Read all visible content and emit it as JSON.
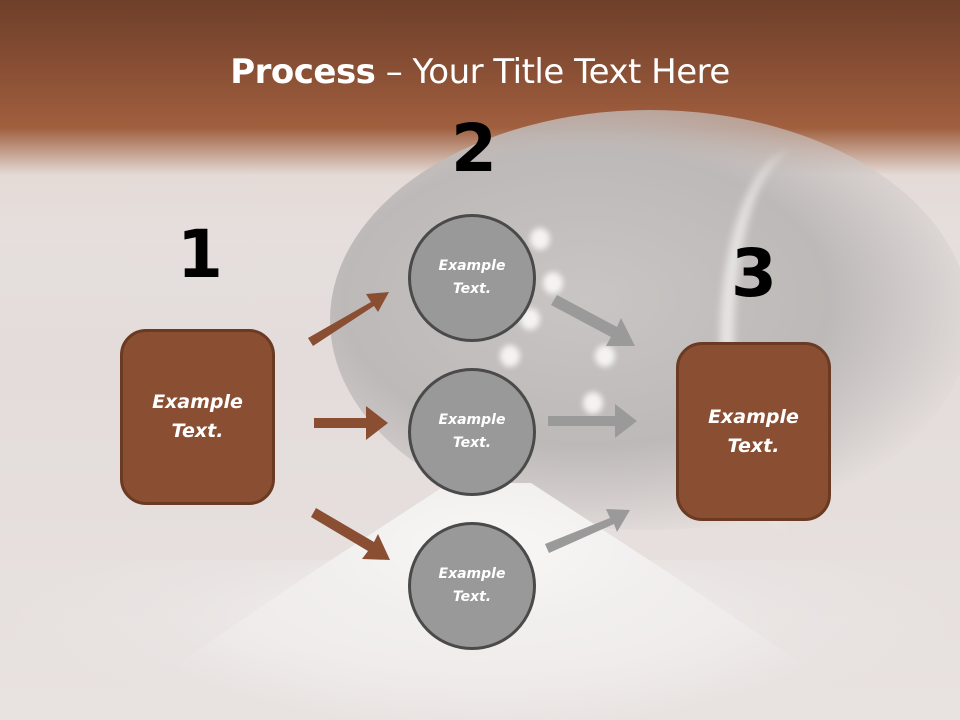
{
  "slide": {
    "title": {
      "strong": "Process",
      "rest": " – Your Title Text Here"
    },
    "colors": {
      "header": "#8a4e33",
      "box": "#8a4e33",
      "circle": "#999999",
      "arrow_brown": "#8a4e33",
      "arrow_gray": "#9a9a9a"
    },
    "steps": [
      {
        "number": "1",
        "label_line1": "Example",
        "label_line2": "Text."
      },
      {
        "number": "2",
        "circles": [
          {
            "label_line1": "Example",
            "label_line2": "Text."
          },
          {
            "label_line1": "Example",
            "label_line2": "Text."
          },
          {
            "label_line1": "Example",
            "label_line2": "Text."
          }
        ]
      },
      {
        "number": "3",
        "label_line1": "Example",
        "label_line2": "Text."
      }
    ]
  }
}
